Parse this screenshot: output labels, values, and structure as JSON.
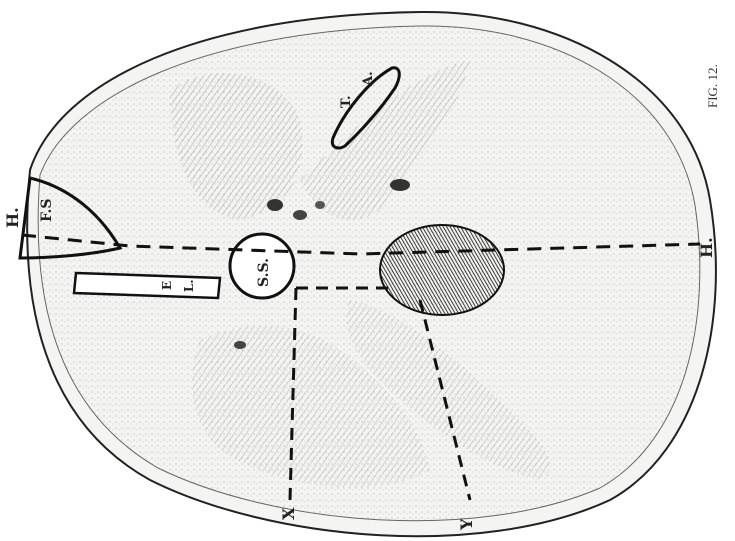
{
  "figure": {
    "caption": "FIG. 12.",
    "labels": {
      "h_left": "H.",
      "h_right": "H.",
      "fs": "F.S",
      "ta_t": "T.",
      "ta_a": "A.",
      "el_e": "E",
      "el_l": "L.",
      "ss": "S.S.",
      "x": "X",
      "y": "Y"
    }
  }
}
